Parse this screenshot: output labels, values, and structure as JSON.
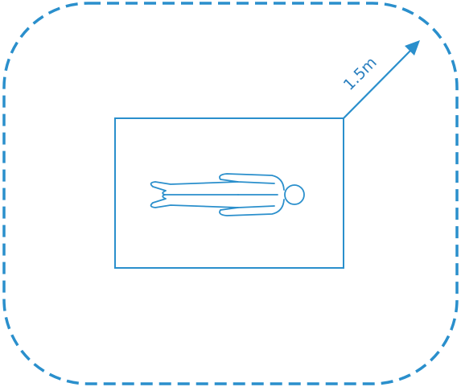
{
  "diagram": {
    "distance_label": "1.5m",
    "subject": "person-lying-down",
    "colors": {
      "stroke": "#2a8fcc",
      "label": "#2a7fbf"
    },
    "boundary_style": "dashed"
  }
}
